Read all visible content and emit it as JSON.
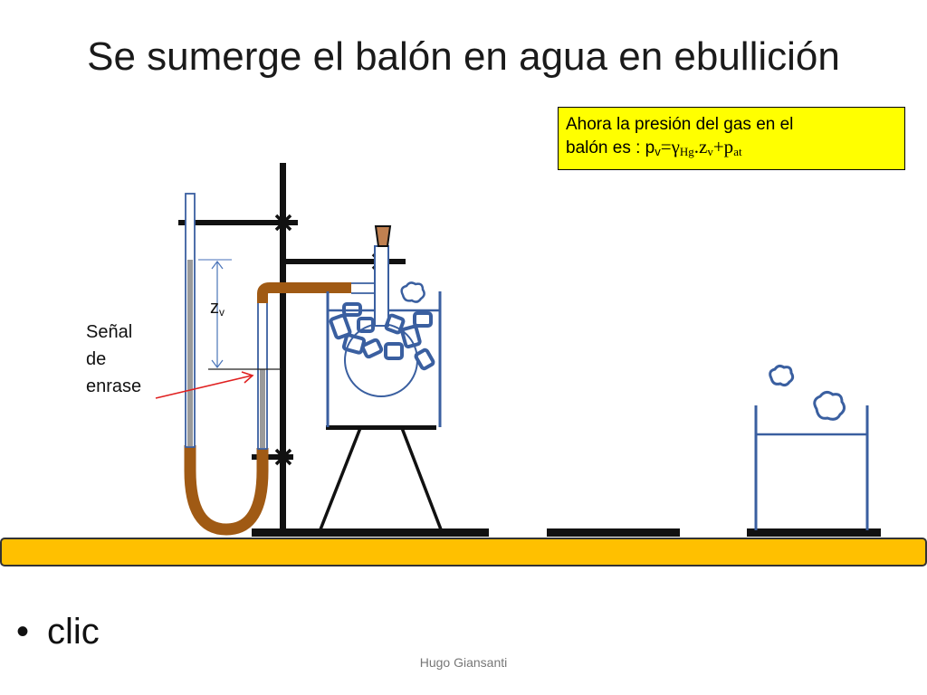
{
  "slide": {
    "title": "Se sumerge el balón en agua en ebullición",
    "callout": {
      "line1": "Ahora la presión del gas en el",
      "line2_prefix": "balón es : p",
      "line2_sub_v": "v",
      "line2_eq": "=γ",
      "line2_sub_hg": "Hg",
      "line2_z": ".z",
      "line2_sub_v2": "v",
      "line2_plus": "+p",
      "line2_sub_at": "at"
    },
    "labels": {
      "zv_main": "z",
      "zv_sub": "v",
      "signal_line1": "Señal",
      "signal_line2": "de",
      "signal_line3": "enrase"
    },
    "bullet": "clic",
    "author": "Hugo Giansanti"
  },
  "colors": {
    "bench": "#ffc000",
    "tube": "#a05a14",
    "water_blue": "#3a5fa0",
    "callout_bg": "#ffff00",
    "arrow_red": "#e02020",
    "mercury": "#9a9a9a"
  }
}
